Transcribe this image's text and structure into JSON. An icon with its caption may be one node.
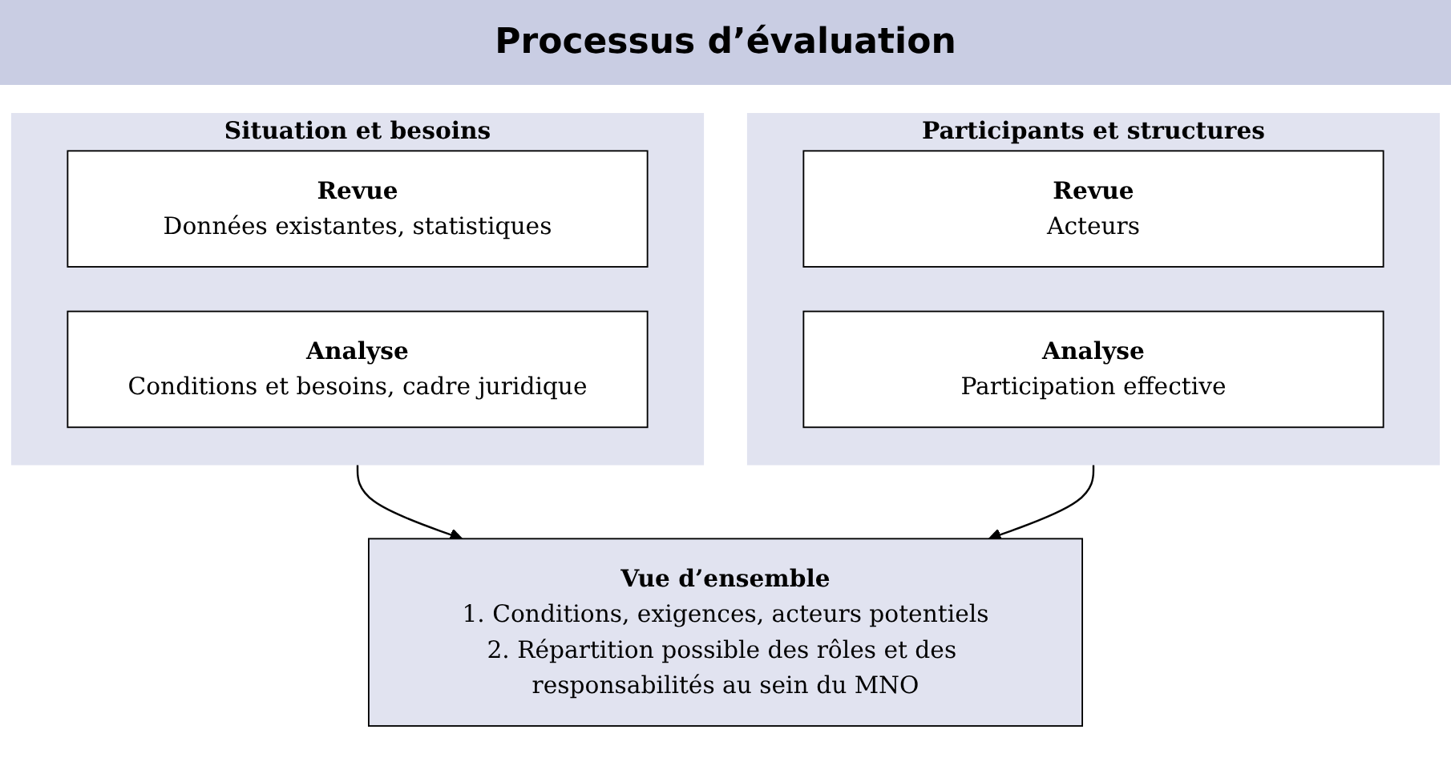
{
  "diagram": {
    "title": "Processus d’évaluation",
    "nodes": [
      {
        "text": [
          "Situation et besoins"
        ]
      },
      {
        "text": [
          "Revue",
          "Données existantes, statistiques"
        ],
        "in": 0
      },
      {
        "text": [
          "Analyse",
          "Conditions et besoins, cadre juridique"
        ],
        "in": 0
      },
      {
        "text": [
          "Participants et structures"
        ]
      },
      {
        "text": [
          "Revue",
          "Acteurs"
        ],
        "in": 3
      },
      {
        "text": [
          "Analyse",
          "Participation effective"
        ],
        "in": 3
      },
      {
        "text": [
          "Vue d’ensemble",
          "1. Conditions, exigences, acteurs potentiels",
          "2. Répartition possible des rôles et des responsabilités au sein du MNO"
        ]
      }
    ],
    "edges": [
      {
        "from": 0,
        "to": 6,
        "arrow": "to"
      },
      {
        "from": 3,
        "to": 6,
        "arrow": "to"
      }
    ]
  }
}
